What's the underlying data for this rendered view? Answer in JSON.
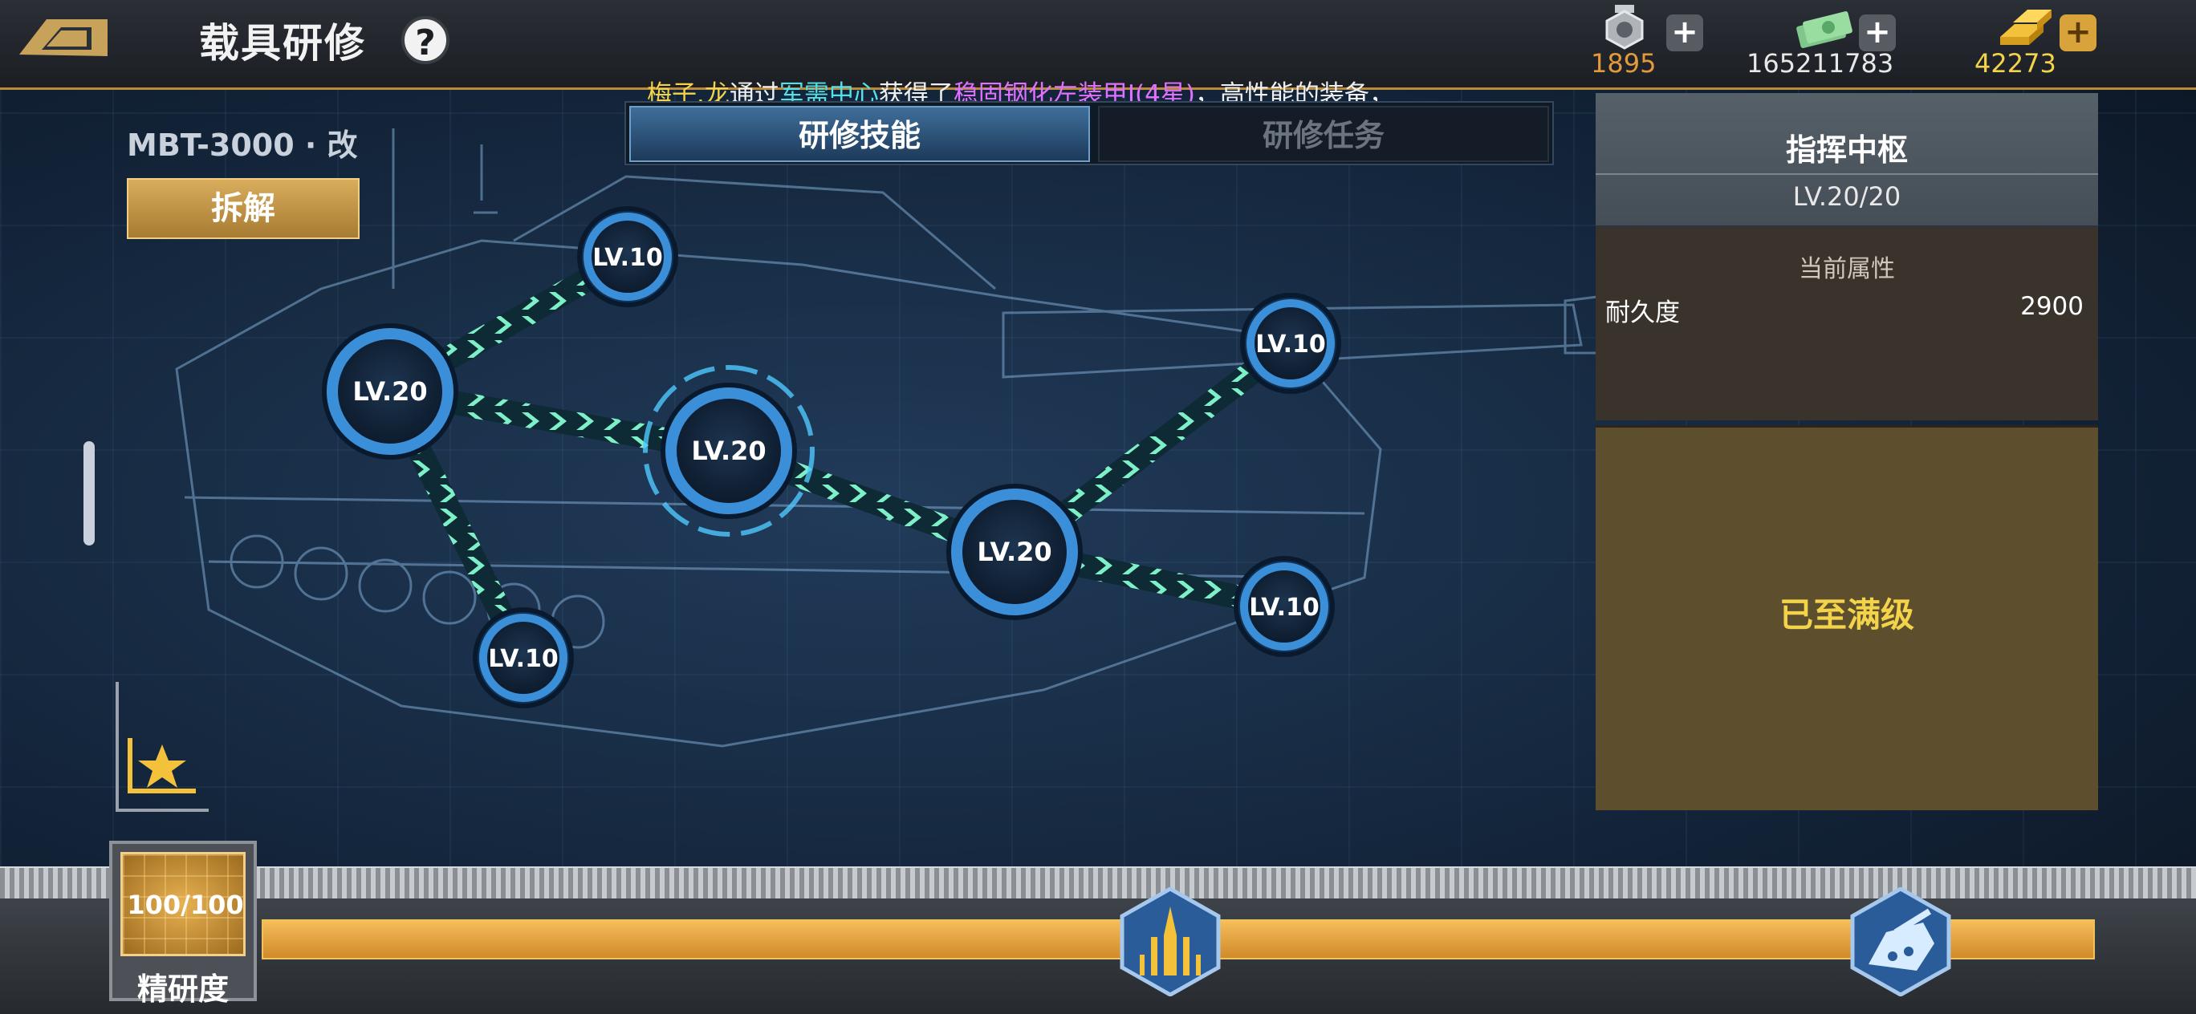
{
  "header": {
    "title": "载具研修",
    "resources": [
      {
        "name": "medal",
        "icon": "medal-icon",
        "value": "1895",
        "color": "#e39a3b"
      },
      {
        "name": "cash",
        "icon": "cash-icon",
        "value": "165211783",
        "color": "#e8e8e8"
      },
      {
        "name": "gold",
        "icon": "gold-bar-icon",
        "value": "42273",
        "color": "#f3d34a"
      }
    ]
  },
  "ticker": {
    "player": "梅子.龙",
    "via": "通过",
    "source": "军需中心",
    "got": "获得了",
    "item": "稳固钢化左装甲I(4星)",
    "rest": "，高性能的装备，"
  },
  "tabs": [
    {
      "label": "研修技能",
      "active": true
    },
    {
      "label": "研修任务",
      "active": false
    }
  ],
  "vehicle": {
    "name": "MBT-3000 · 改",
    "dismantle_label": "拆解"
  },
  "nodes": [
    {
      "id": "n1",
      "label": "LV.10",
      "size": "small"
    },
    {
      "id": "n2",
      "label": "LV.20",
      "size": "large"
    },
    {
      "id": "n3",
      "label": "LV.20",
      "size": "large",
      "selected": true
    },
    {
      "id": "n4",
      "label": "LV.10",
      "size": "small"
    },
    {
      "id": "n5",
      "label": "LV.20",
      "size": "large"
    },
    {
      "id": "n6",
      "label": "LV.10",
      "size": "small"
    },
    {
      "id": "n7",
      "label": "LV.10",
      "size": "small"
    }
  ],
  "panel": {
    "title": "指挥中枢",
    "level": "LV.20/20",
    "attr_title": "当前属性",
    "attr_name": "耐久度",
    "attr_value": "2900",
    "status": "已至满级"
  },
  "refine": {
    "value": "100/100",
    "label": "精研度",
    "progress": 1.0
  },
  "colors": {
    "accent": "#f3d34a",
    "link": "#7ef0c8",
    "node_ring": "#3b8fd8"
  }
}
